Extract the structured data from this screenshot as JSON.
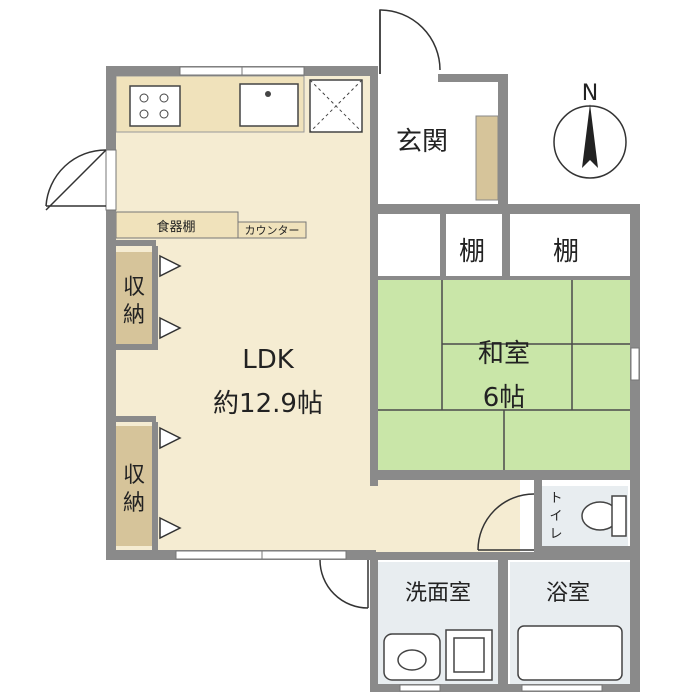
{
  "compass": {
    "label": "N"
  },
  "rooms": {
    "ldk": {
      "name": "LDK",
      "size": "約12.9帖"
    },
    "washitsu": {
      "name": "和室",
      "size": "6帖"
    },
    "genkan": {
      "name": "玄関"
    },
    "tana_1": {
      "name": "棚"
    },
    "tana_2": {
      "name": "棚"
    },
    "shokki": {
      "name": "食器棚"
    },
    "counter": {
      "name": "カウンター"
    },
    "shuno_1": {
      "line1": "収",
      "line2": "納"
    },
    "shuno_2": {
      "line1": "収",
      "line2": "納"
    },
    "toilet": {
      "line1": "ト",
      "line2": "イ",
      "line3": "レ"
    },
    "senmen": {
      "name": "洗面室"
    },
    "yokushitsu": {
      "name": "浴室"
    }
  },
  "colors": {
    "wall": "#8a8a8a",
    "kitchen": "#f5ecd2",
    "storage": "#d6c49a",
    "tatami": "#c9e6a8",
    "tatami_line": "#4a4a4a",
    "wet_area": "#e8edf0"
  }
}
